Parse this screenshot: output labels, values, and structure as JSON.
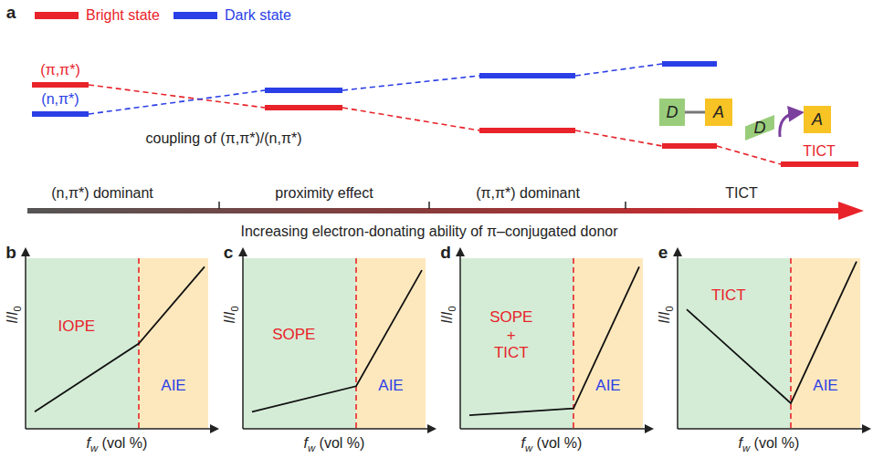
{
  "diagram": {
    "nodes": [
      {
        "text": [
          "D"
        ]
      },
      {
        "text": [
          "A"
        ]
      },
      {
        "text": [
          "D"
        ]
      },
      {
        "text": [
          "A"
        ]
      },
      {
        "text": [
          "IOPE"
        ]
      },
      {
        "text": [
          "AIE"
        ]
      },
      {
        "text": [
          "SOPE"
        ]
      },
      {
        "text": [
          "AIE"
        ]
      },
      {
        "text": [
          "SOPE + TICT"
        ]
      },
      {
        "text": [
          "AIE"
        ]
      },
      {
        "text": [
          "TICT"
        ]
      },
      {
        "text": [
          "AIE"
        ]
      }
    ],
    "edges": [
      {
        "from": 0,
        "to": 1,
        "arrow": "none"
      }
    ],
    "labels": [
      "a",
      "(π,π*)",
      "(n,π*)",
      "coupling of (π,π*)/(n,π*)",
      "TICT",
      "(n,π*) dominant",
      "proximity effect",
      "(π,π*) dominant",
      "TICT",
      "Increasing electron-donating ability of π–conjugated donor",
      "b",
      "I/I0",
      "fw (vol %)",
      "c",
      "I/I0",
      "fw (vol %)",
      "d",
      "I/I0",
      "fw (vol %)",
      "e",
      "I/I0",
      "fw (vol %)"
    ],
    "legend": [
      {
        "text": "Bright state",
        "color": "#e8232a"
      },
      {
        "text": "Dark state",
        "color": "#2b3fe6"
      }
    ]
  }
}
